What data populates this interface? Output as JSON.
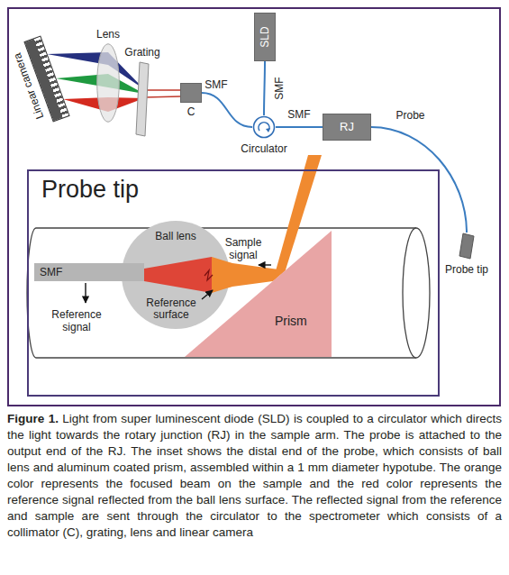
{
  "diagram": {
    "caption": "Figure 1. Light from super luminescent diode (SLD) is coupled to a circulator which directs the light towards the rotary junction (RJ) in the sample arm. The probe is attached to the output end of the RJ. The inset shows the distal end of the probe, which consists of ball lens and aluminum coated prism, assembled within a 1 mm diameter hypotube. The orange color represents the focused beam on the sample and the red color represents the reference signal reflected from the ball lens surface. The reflected signal from the reference and sample are sent through the circulator to the spectrometer which consists of a collimator (C), grating, lens and linear camera",
    "nodes": [
      {
        "text": [
          "Linear camera"
        ]
      },
      {
        "text": [
          "Lens"
        ]
      },
      {
        "text": [
          "Grating"
        ]
      },
      {
        "text": [
          "C"
        ]
      },
      {
        "text": [
          "SLD"
        ]
      },
      {
        "text": [
          "Circulator"
        ]
      },
      {
        "text": [
          "RJ"
        ]
      },
      {
        "text": [
          "Probe tip"
        ]
      },
      {
        "text": [
          "Probe tip"
        ]
      },
      {
        "text": [
          "SMF"
        ],
        "in": 8
      },
      {
        "text": [
          "Ball lens",
          "Reference surface"
        ],
        "in": 8
      },
      {
        "text": [
          "Prism"
        ],
        "in": 8
      }
    ],
    "edges": [
      {
        "from": 4,
        "to": 5,
        "arrow": "none",
        "label": "SMF"
      },
      {
        "from": 3,
        "to": 5,
        "arrow": "none",
        "label": "SMF"
      },
      {
        "from": 5,
        "to": 6,
        "arrow": "none",
        "label": "SMF"
      },
      {
        "from": 6,
        "to": 7,
        "arrow": "none",
        "label": "Probe"
      }
    ],
    "labels": [
      "Sample signal",
      "Reference signal"
    ]
  }
}
